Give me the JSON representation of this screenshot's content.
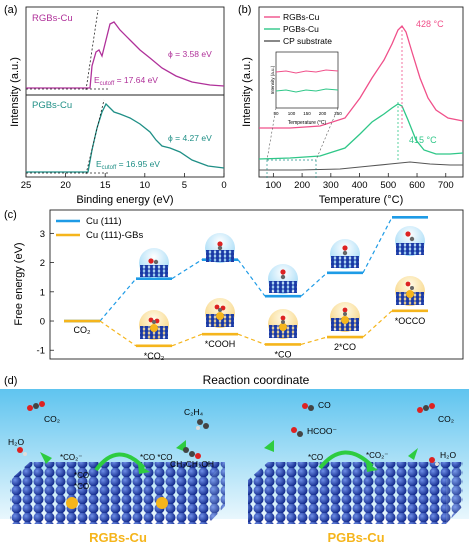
{
  "panel_a": {
    "label": "(a)",
    "top_name": "RGBs-Cu",
    "top_phi": "ϕ = 3.58 eV",
    "top_ecutoff": "E",
    "top_ecutoff_sub": "cutoff",
    "top_ecutoff_val": " = 17.64 eV",
    "bottom_name": "PGBs-Cu",
    "bottom_phi": "ϕ = 4.27 eV",
    "bottom_ecutoff": "E",
    "bottom_ecutoff_sub": "cutoff",
    "bottom_ecutoff_val": " = 16.95 eV",
    "ylabel": "Intensity (a.u.)",
    "xlabel": "Binding energy (eV)",
    "xticks": [
      "25",
      "20",
      "15",
      "10",
      "5",
      "0"
    ],
    "colors": {
      "rgbs": "#b0319a",
      "pgbs": "#1f8f86"
    }
  },
  "panel_b": {
    "label": "(b)",
    "legend": [
      "RGBs-Cu",
      "PGBs-Cu",
      "CP substrate"
    ],
    "peak1": "428 °C",
    "peak2": "415 °C",
    "ylabel": "Intensity (a.u.)",
    "xlabel": "Temperature (°C)",
    "xticks": [
      "100",
      "200",
      "300",
      "400",
      "500",
      "600",
      "700"
    ],
    "inset_ylabel": "Intensity (a.u.)",
    "inset_xlabel": "Temperature (°C)",
    "inset_xticks": [
      "50",
      "100",
      "150",
      "200",
      "250"
    ],
    "colors": {
      "rgbs": "#f0508a",
      "pgbs": "#2fc788",
      "cp": "#555555"
    }
  },
  "panel_c": {
    "label": "(c)",
    "legend": [
      "Cu (111)",
      "Cu (111)-GBs"
    ],
    "ylabel": "Free energy (eV)",
    "xlabel": "Reaction coordinate",
    "yticks": [
      "3",
      "2",
      "1",
      "0",
      "-1"
    ],
    "species": [
      "CO₂",
      "*CO₂",
      "*COOH",
      "*CO",
      "2*CO",
      "*OCCO"
    ],
    "colors": {
      "cu111": "#1e9be6",
      "gbs": "#f5b51c"
    }
  },
  "chart_data": {
    "type": "line",
    "title": "",
    "xlabel": "Reaction coordinate",
    "ylabel": "Free energy (eV)",
    "categories": [
      "CO₂",
      "*CO₂",
      "*COOH",
      "*CO",
      "2*CO",
      "*OCCO"
    ],
    "ylim": [
      -1.3,
      3.8
    ],
    "series": [
      {
        "name": "Cu (111)",
        "values": [
          0,
          1.45,
          2.1,
          0.85,
          1.65,
          3.55
        ]
      },
      {
        "name": "Cu (111)-GBs",
        "values": [
          0,
          -0.85,
          -0.45,
          -0.8,
          -0.55,
          0.35
        ]
      }
    ]
  },
  "panel_d": {
    "label": "(d)",
    "left_title": "RGBs-Cu",
    "right_title": "PGBs-Cu",
    "left_labels": [
      "CO₂",
      "H₂O",
      "*CO₂⁻",
      "*CO",
      "*CO",
      "*CO *CO",
      "C₂H₄",
      "CH₃CH₂OH"
    ],
    "right_labels": [
      "CO",
      "HCOO⁻",
      "*CO",
      "*CO₂⁻",
      "CO₂",
      "H₂O"
    ],
    "title_color": "#f5b51c"
  }
}
